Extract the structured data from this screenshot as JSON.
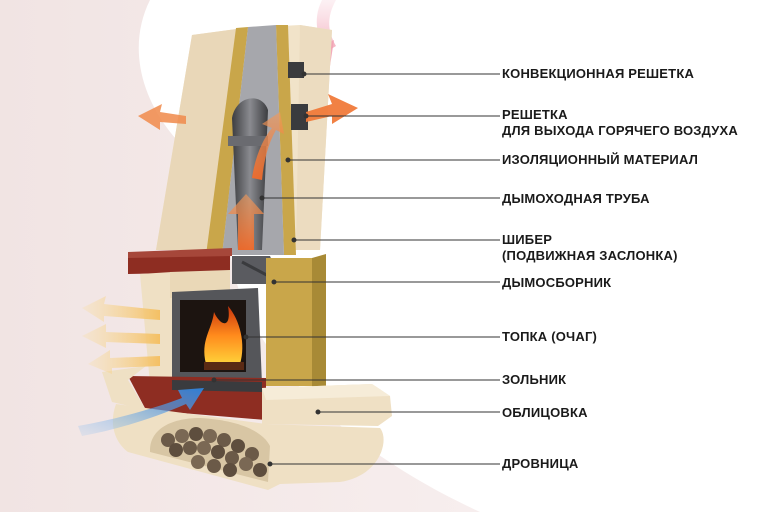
{
  "labels": [
    {
      "id": "convection-grille",
      "lines": [
        "КОНВЕКЦИОННАЯ РЕШЕТКА"
      ]
    },
    {
      "id": "hot-air-grille",
      "lines": [
        "РЕШЕТКА",
        "ДЛЯ ВЫХОДА ГОРЯЧЕГО ВОЗДУХА"
      ]
    },
    {
      "id": "insulation",
      "lines": [
        "ИЗОЛЯЦИОННЫЙ МАТЕРИАЛ"
      ]
    },
    {
      "id": "chimney-pipe",
      "lines": [
        "ДЫМОХОДНАЯ ТРУБА"
      ]
    },
    {
      "id": "damper",
      "lines": [
        "ШИБЕР",
        "(ПОДВИЖНАЯ ЗАСЛОНКА)"
      ]
    },
    {
      "id": "smoke-collector",
      "lines": [
        "ДЫМОСБОРНИК"
      ]
    },
    {
      "id": "firebox",
      "lines": [
        "ТОПКА (ОЧАГ)"
      ]
    },
    {
      "id": "ash-pit",
      "lines": [
        "ЗОЛЬНИК"
      ]
    },
    {
      "id": "cladding",
      "lines": [
        "ОБЛИЦОВКА"
      ]
    },
    {
      "id": "woodpile",
      "lines": [
        "ДРОВНИЦА"
      ]
    }
  ],
  "colors": {
    "cladding": "#f2e4cc",
    "brick": "#8e2d22",
    "insulation": "#c9a64a",
    "metal": "#55565a",
    "hot_air": "#f07a3a",
    "cold_air": "#3d86d8",
    "warm_air": "#f3c46a",
    "smoke": "#f2a3b4"
  }
}
